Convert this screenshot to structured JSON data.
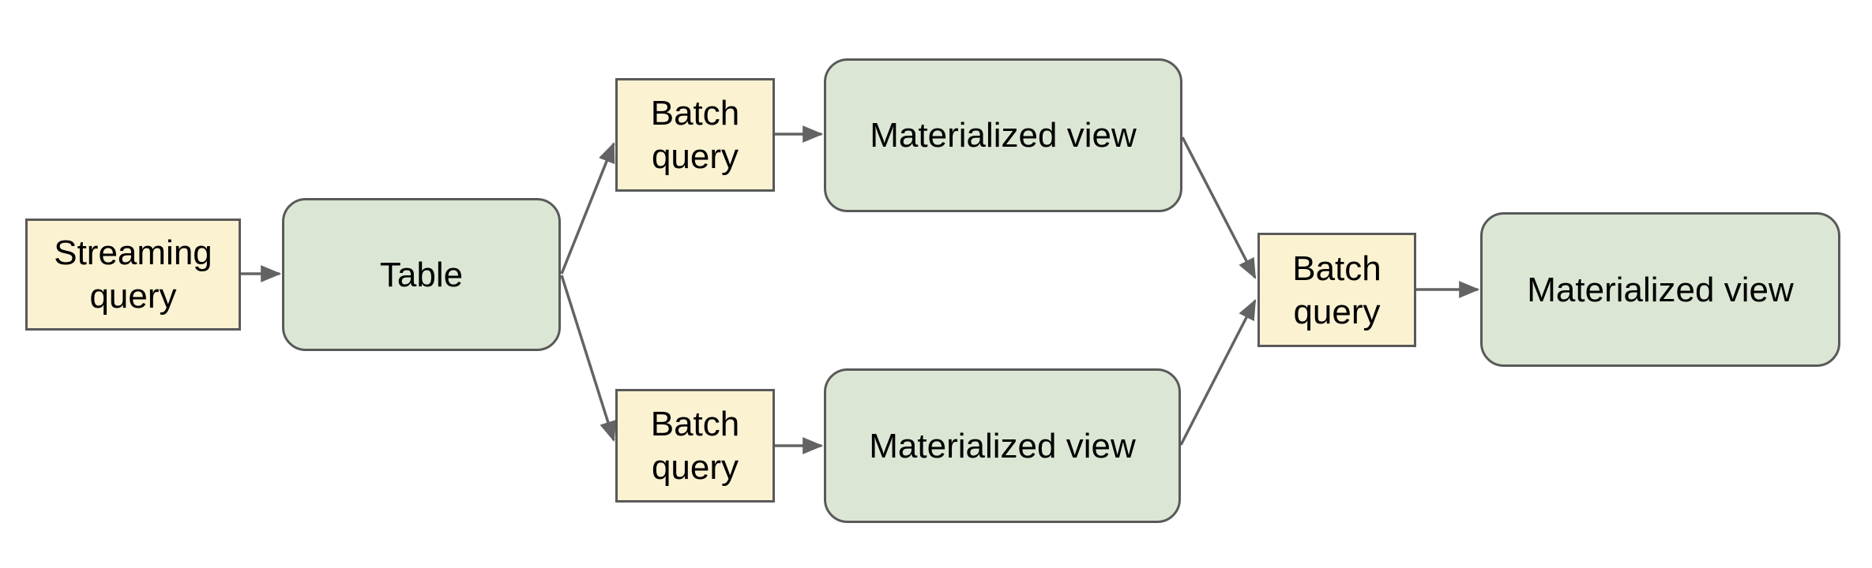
{
  "diagram": {
    "title": "",
    "background_color": "#ffffff",
    "colors": {
      "query_node_fill": "#faf2d1",
      "data_node_fill": "#dbe7d4",
      "node_border": "#595959",
      "connector": "#636363",
      "text": "#000000"
    },
    "nodes": {
      "streaming_query": {
        "label": "Streaming\nquery",
        "type": "query"
      },
      "table": {
        "label": "Table",
        "type": "data"
      },
      "batch_query_top": {
        "label": "Batch\nquery",
        "type": "query"
      },
      "materialized_view_top": {
        "label": "Materialized view",
        "type": "data"
      },
      "batch_query_bottom": {
        "label": "Batch\nquery",
        "type": "query"
      },
      "materialized_view_bottom": {
        "label": "Materialized view",
        "type": "data"
      },
      "batch_query_final": {
        "label": "Batch\nquery",
        "type": "query"
      },
      "materialized_view_final": {
        "label": "Materialized view",
        "type": "data"
      }
    },
    "edges": [
      {
        "from": "streaming_query",
        "to": "table"
      },
      {
        "from": "table",
        "to": "batch_query_top"
      },
      {
        "from": "table",
        "to": "batch_query_bottom"
      },
      {
        "from": "batch_query_top",
        "to": "materialized_view_top"
      },
      {
        "from": "batch_query_bottom",
        "to": "materialized_view_bottom"
      },
      {
        "from": "materialized_view_top",
        "to": "batch_query_final"
      },
      {
        "from": "materialized_view_bottom",
        "to": "batch_query_final"
      },
      {
        "from": "batch_query_final",
        "to": "materialized_view_final"
      }
    ]
  }
}
